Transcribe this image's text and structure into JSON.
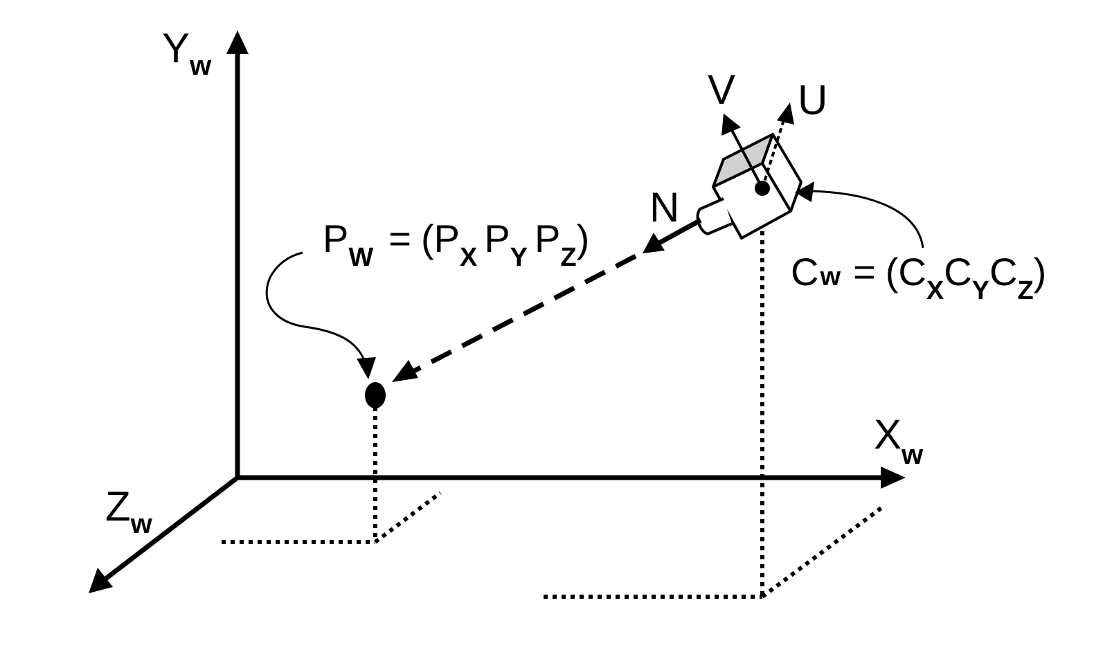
{
  "axes": {
    "y": {
      "base": "Y",
      "sub": "w"
    },
    "x": {
      "base": "X",
      "sub": "w"
    },
    "z": {
      "base": "Z",
      "sub": "w"
    }
  },
  "camera_axes": {
    "v": "V",
    "u": "U",
    "n": "N"
  },
  "point": {
    "lhs_base": "P",
    "lhs_sub": "W",
    "equals": "=",
    "open": "(",
    "c1_base": "P",
    "c1_sub": "X",
    "c2_base": "P",
    "c2_sub": "Y",
    "c3_base": "P",
    "c3_sub": "Z",
    "close": ")"
  },
  "camera": {
    "lhs_base": "C",
    "lhs_sub": "w",
    "equals": "=",
    "open": "(",
    "c1_base": "C",
    "c1_sub": "X",
    "c2_base": "C",
    "c2_sub": "Y",
    "c3_base": "C",
    "c3_sub": "Z",
    "close": ")"
  },
  "colors": {
    "ink": "#000000",
    "camera_top": "#d0d0d0",
    "background": "#ffffff"
  }
}
